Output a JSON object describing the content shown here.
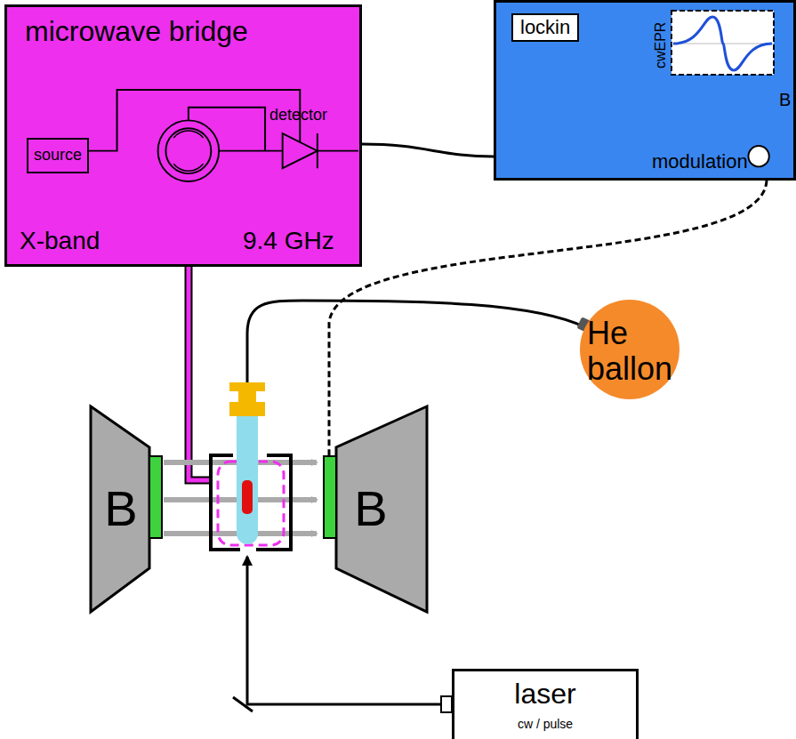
{
  "diagram": {
    "nodes": [
      {
        "text": [
          "microwave bridge",
          "X-band",
          "9.4 GHz"
        ]
      },
      {
        "text": [
          "source"
        ],
        "in": 0
      },
      {
        "text": [
          "modulation"
        ]
      },
      {
        "text": [
          "lockin"
        ],
        "in": 2
      },
      {
        "text": [
          "cwEPR",
          "B"
        ],
        "in": 2
      },
      {
        "text": [
          "He ballon"
        ]
      },
      {
        "text": [
          "B"
        ]
      },
      {
        "text": [
          "B"
        ]
      },
      {
        "text": [
          "laser",
          "cw / pulse"
        ]
      }
    ],
    "edges": [
      {
        "from": 0,
        "to": 2,
        "arrow": "none"
      },
      {
        "from": 2,
        "to": 7,
        "arrow": "none"
      }
    ],
    "labels": [
      "detector"
    ]
  }
}
